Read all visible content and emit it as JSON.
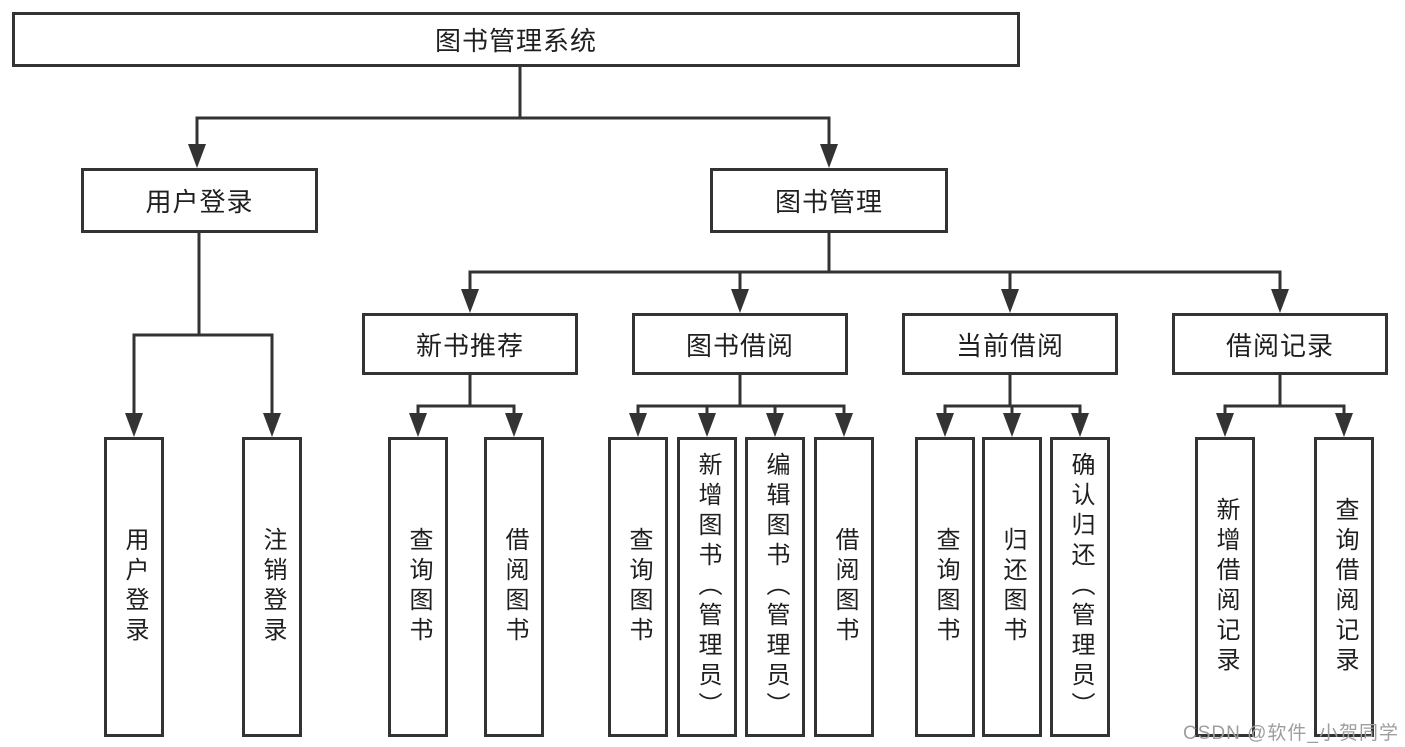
{
  "tree": {
    "root": {
      "label": "图书管理系统"
    },
    "level2": [
      {
        "label": "用户登录",
        "leaves": [
          {
            "label": "用户登录"
          },
          {
            "label": "注销登录"
          }
        ]
      },
      {
        "label": "图书管理",
        "sections": [
          {
            "label": "新书推荐",
            "leaves": [
              {
                "label": "查询图书"
              },
              {
                "label": "借阅图书"
              }
            ]
          },
          {
            "label": "图书借阅",
            "leaves": [
              {
                "label": "查询图书"
              },
              {
                "label": "新增图书（管理员）"
              },
              {
                "label": "编辑图书（管理员）"
              },
              {
                "label": "借阅图书"
              }
            ]
          },
          {
            "label": "当前借阅",
            "leaves": [
              {
                "label": "查询图书"
              },
              {
                "label": "归还图书"
              },
              {
                "label": "确认归还（管理员）"
              }
            ]
          },
          {
            "label": "借阅记录",
            "leaves": [
              {
                "label": "新增借阅记录"
              },
              {
                "label": "查询借阅记录"
              }
            ]
          }
        ]
      }
    ]
  },
  "watermark": {
    "text": "CSDN @软件_小贺同学"
  },
  "colors": {
    "line": "#333333",
    "text": "#1f1f1f",
    "watermark": "#9e9e9e",
    "background": "#ffffff"
  }
}
